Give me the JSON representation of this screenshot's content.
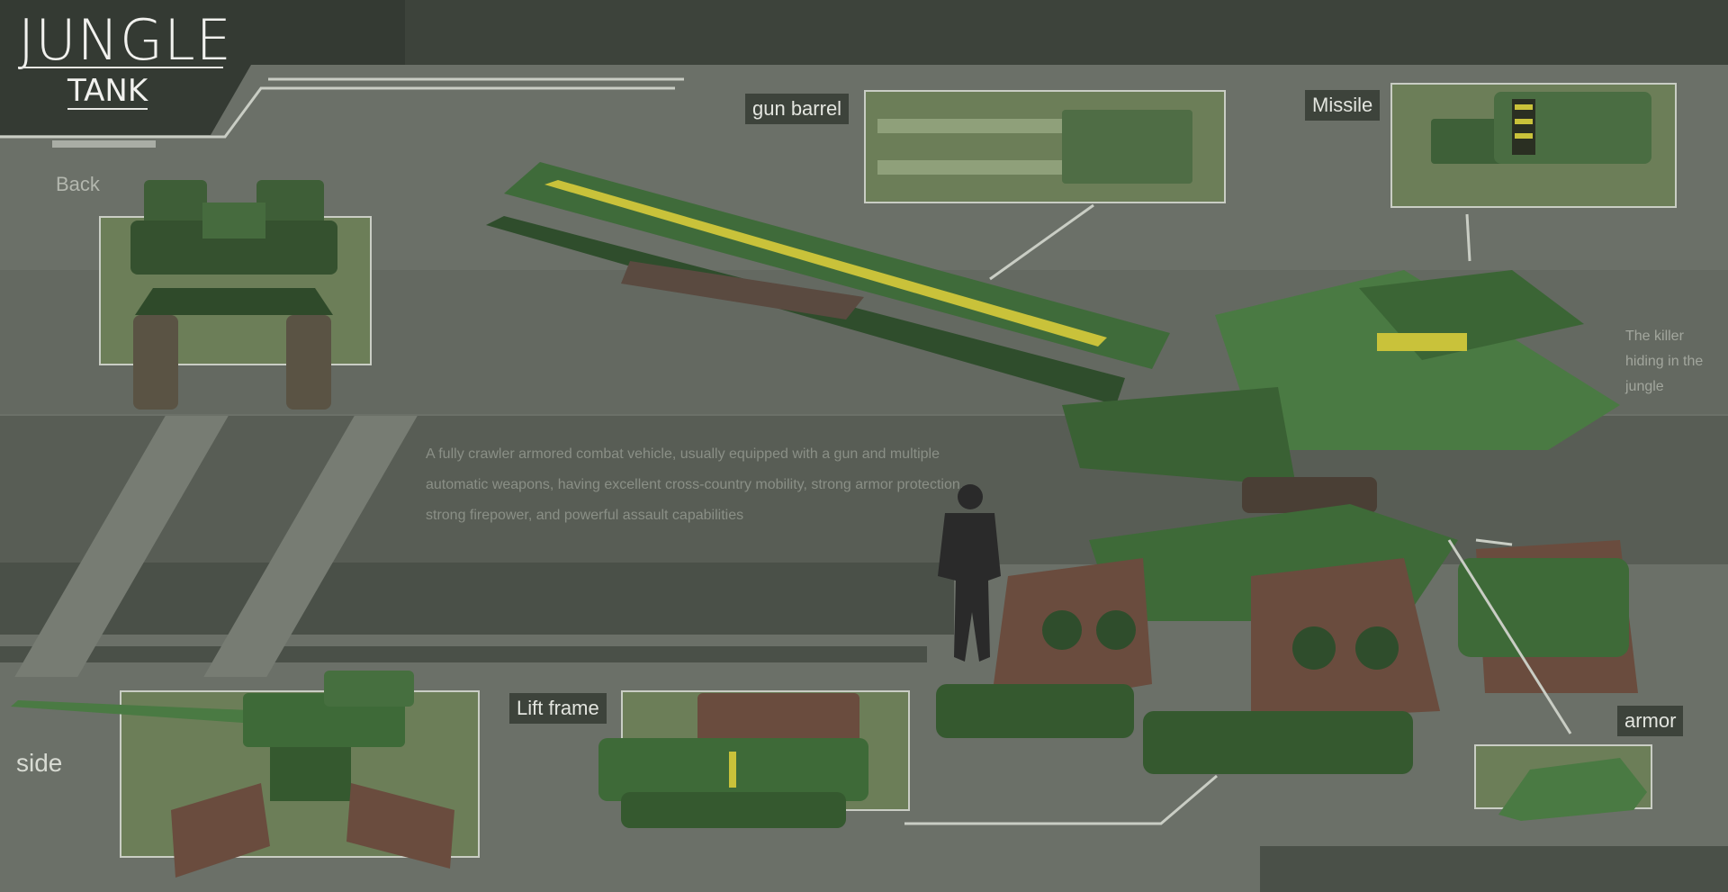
{
  "title": {
    "main": "JUNGLE",
    "sub": "TANK"
  },
  "views": {
    "back": "Back",
    "side": "side",
    "gun_barrel": "gun barrel",
    "missile": "Missile",
    "lift_frame": "Lift frame",
    "armor": "armor"
  },
  "description": [
    "A fully crawler armored combat vehicle, usually equipped with a gun and multiple",
    "automatic weapons, having excellent cross-country mobility, strong armor protection,",
    "strong firepower, and powerful assault capabilities"
  ],
  "tagline": [
    "The killer",
    "hiding in the",
    "jungle"
  ],
  "colors": {
    "background": "#6b7068",
    "panel": "#3d433b",
    "view_box": "#6c7e58",
    "tank_green": "#3f6b3a",
    "accent_yellow": "#c9c23a"
  }
}
